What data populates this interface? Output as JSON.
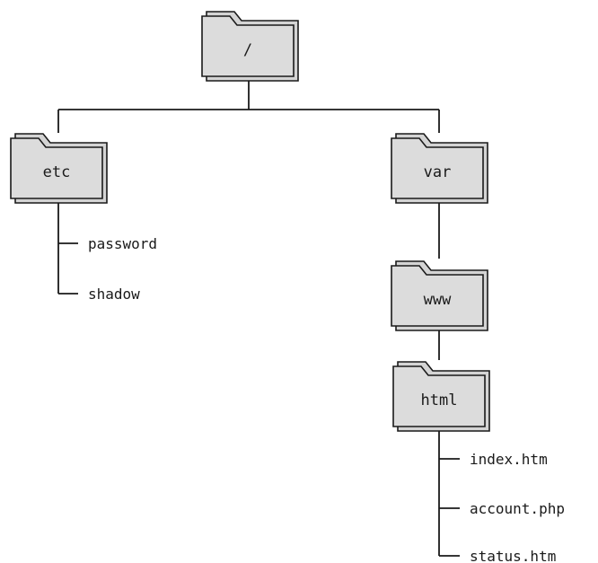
{
  "tree": {
    "root": {
      "label": "/"
    },
    "etc": {
      "label": "etc",
      "files": [
        "password",
        "shadow"
      ]
    },
    "var": {
      "label": "var"
    },
    "www": {
      "label": "www"
    },
    "html": {
      "label": "html",
      "files": [
        "index.htm",
        "account.php",
        "status.htm"
      ]
    }
  }
}
